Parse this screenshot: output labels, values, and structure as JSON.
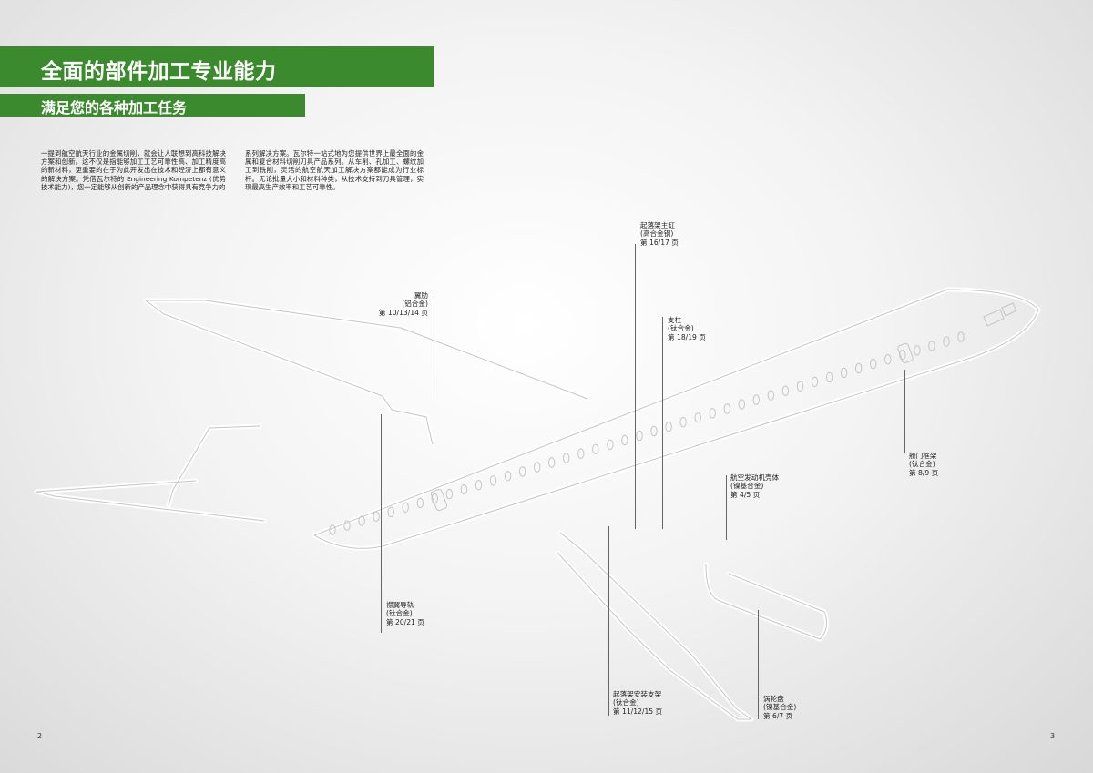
{
  "header": {
    "title": "全面的部件加工专业能力",
    "subtitle": "满足您的各种加工任务"
  },
  "intro": {
    "left": "一提到航空航天行业的金属切削，就会让人联想到高科技解决方案和创新。这不仅是指能够加工工艺可靠性高、加工精度高的新材料，更重要的在于为此开发出在技术和经济上都有意义的解决方案。凭借瓦尔特的 Engineering Kompetenz (优势技术能力)，您一定能够从创新的产品理念中获得具有竞争力的",
    "right": "系列解决方案。瓦尔特一站式地为您提供世界上最全面的金属和复合材料切削刀具产品系列。从车削、孔加工、螺纹加工到铣削，灵活的航空航天加工解决方案都能成为行业标杆。无论批量大小和材料种类，从技术支持到刀具管理，实现最高生产效率和工艺可靠性。"
  },
  "callouts": {
    "landing_gear_cylinder": {
      "name": "起落架主缸",
      "material": "(高合金钢)",
      "pages": "第 16/17 页"
    },
    "wing_rib": {
      "name": "翼肋",
      "material": "(铝合金)",
      "pages": "第 10/13/14 页"
    },
    "strut": {
      "name": "支柱",
      "material": "(钛合金)",
      "pages": "第 18/19 页"
    },
    "door_frame": {
      "name": "舱门框架",
      "material": "(钛合金)",
      "pages": "第 8/9 页"
    },
    "engine_casing": {
      "name": "航空发动机壳体",
      "material": "(镍基合金)",
      "pages": "第 4/5 页"
    },
    "flap_track": {
      "name": "襟翼导轨",
      "material": "(钛合金)",
      "pages": "第 20/21 页"
    },
    "landing_gear_bracket": {
      "name": "起落架安装支架",
      "material": "(钛合金)",
      "pages": "第 11/12/15 页"
    },
    "turbine_disc": {
      "name": "涡轮盘",
      "material": "(镍基合金)",
      "pages": "第 6/7 页"
    }
  },
  "page_numbers": {
    "left": "2",
    "right": "3"
  }
}
